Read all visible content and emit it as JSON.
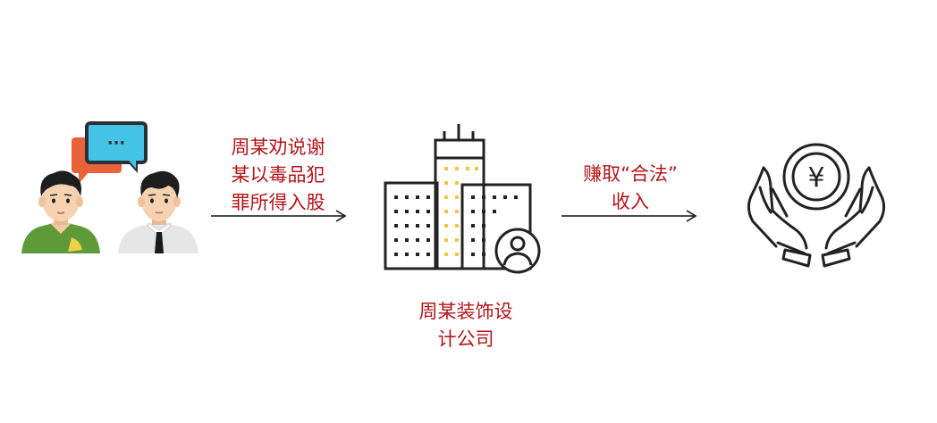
{
  "diagram": {
    "step1": {
      "lines": [
        "周某劝说谢",
        "某以毒品犯",
        "罪所得入股"
      ]
    },
    "step2": {
      "lines": [
        "赚取“合法”",
        "收入"
      ]
    },
    "company": {
      "lines": [
        "周某装饰设",
        "计公司"
      ]
    },
    "speech_bubble_text": "···",
    "currency_symbol": "¥",
    "colors": {
      "label_red": "#b3151a",
      "arrow": "#111111",
      "bubble_orange": "#e8623a",
      "bubble_blue": "#45c3e6",
      "window_yellow": "#f0c542",
      "shirt_green": "#5e9a37"
    },
    "icons": [
      "chat-bubbles-icon",
      "person-casual-icon",
      "person-business-icon",
      "office-building-icon",
      "user-badge-icon",
      "hands-coin-icon",
      "yuan-coin-icon"
    ]
  }
}
